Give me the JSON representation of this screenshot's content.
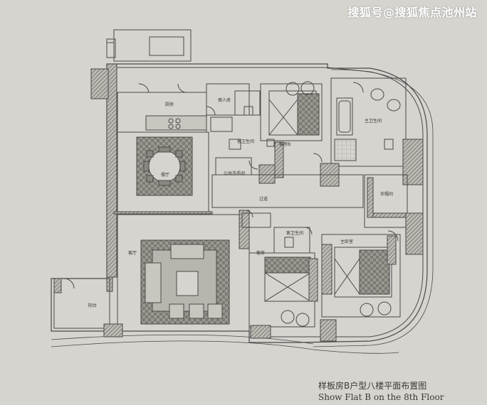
{
  "watermark": "搜狐号@搜狐焦点池州站",
  "caption": {
    "chinese": "样板房B户型八楼平面布置图",
    "english": "Show Flat B on the 8th Floor"
  },
  "rooms": {
    "kitchen": "厨房",
    "maid_room": "佣人房",
    "dining": "餐厅",
    "bath_2": "客卫生间",
    "guest_bath": "公共洗手间",
    "bedroom_2": "客房B",
    "master_bath": "主卫生间",
    "walk_in": "衣帽间",
    "corridor": "过道",
    "living": "客厅",
    "bath_3": "客卫生间",
    "bedroom_3": "客房",
    "master_bedroom": "主卧室",
    "balcony": "阳台"
  },
  "colors": {
    "background": "#d6d4cf",
    "wall_line": "#4a4a4a",
    "hatch": "#6a6a6a",
    "rug": "#8f8c86"
  }
}
